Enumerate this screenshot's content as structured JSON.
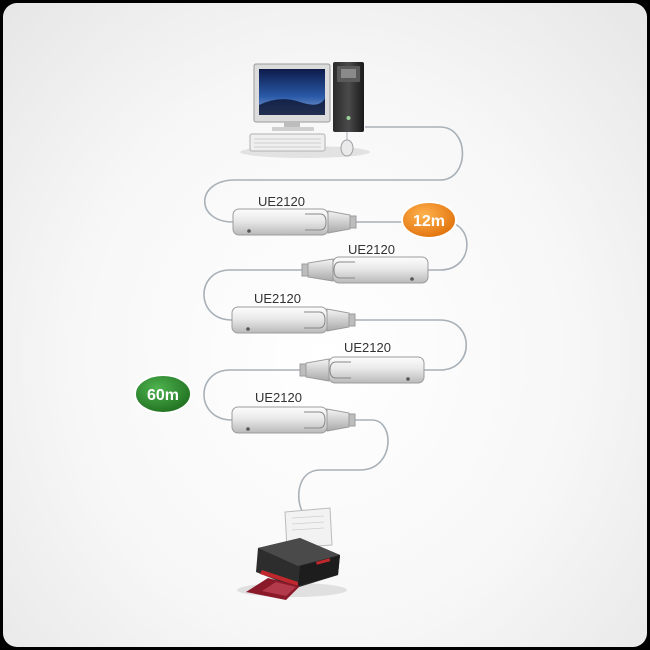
{
  "extenders": [
    {
      "label": "UE2120"
    },
    {
      "label": "UE2120"
    },
    {
      "label": "UE2120"
    },
    {
      "label": "UE2120"
    },
    {
      "label": "UE2120"
    }
  ],
  "badges": {
    "first": {
      "text": "12m",
      "color": "#f08a1c"
    },
    "total": {
      "text": "60m",
      "color": "#2e8b2e"
    }
  },
  "icons": {
    "computer": "desktop-computer-icon",
    "printer": "printer-icon"
  }
}
